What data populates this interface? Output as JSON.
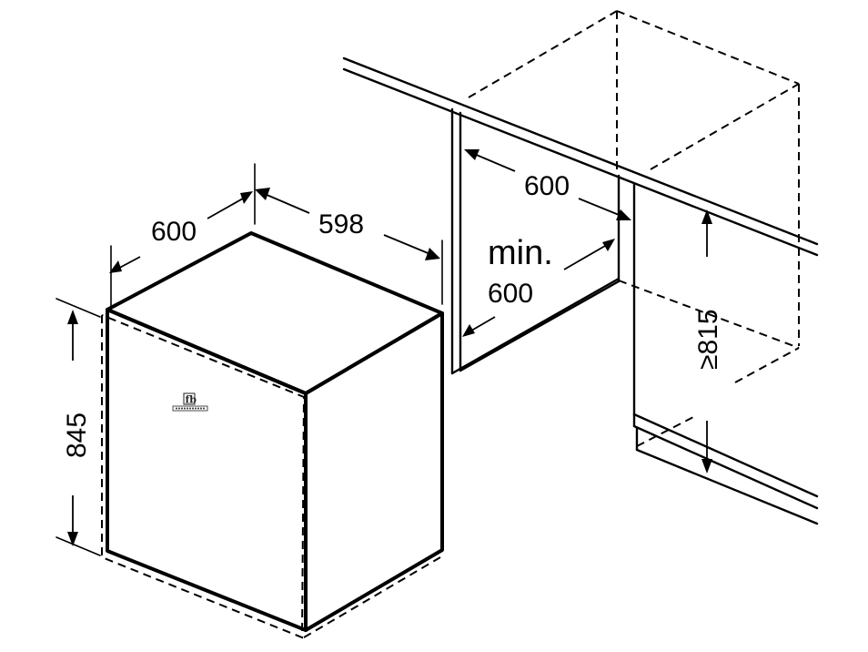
{
  "dimensions": {
    "appliance_depth": "600",
    "appliance_width": "598",
    "appliance_height": "845",
    "niche_depth": "600",
    "niche_width_prefix": "min.",
    "niche_width_value": "600",
    "niche_height": "≥815"
  },
  "brand_logo": {
    "icon": "brand-monogram-icon"
  }
}
